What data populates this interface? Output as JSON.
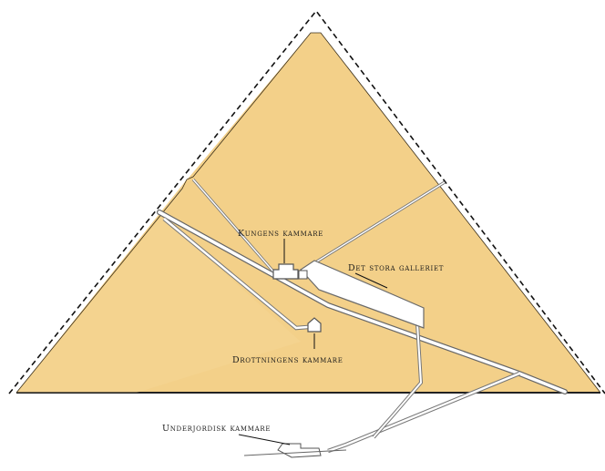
{
  "labels": {
    "kings_chamber": "Kungens kammare",
    "grand_gallery": "Det stora galleriet",
    "queens_chamber": "Drottningens kammare",
    "subterranean_chamber": "Underjordisk kammare"
  },
  "colors": {
    "pyramid_fill": "#f3d089",
    "outline": "#111111",
    "passage_fill": "#ffffff",
    "passage_stroke": "#6a6a6a"
  }
}
